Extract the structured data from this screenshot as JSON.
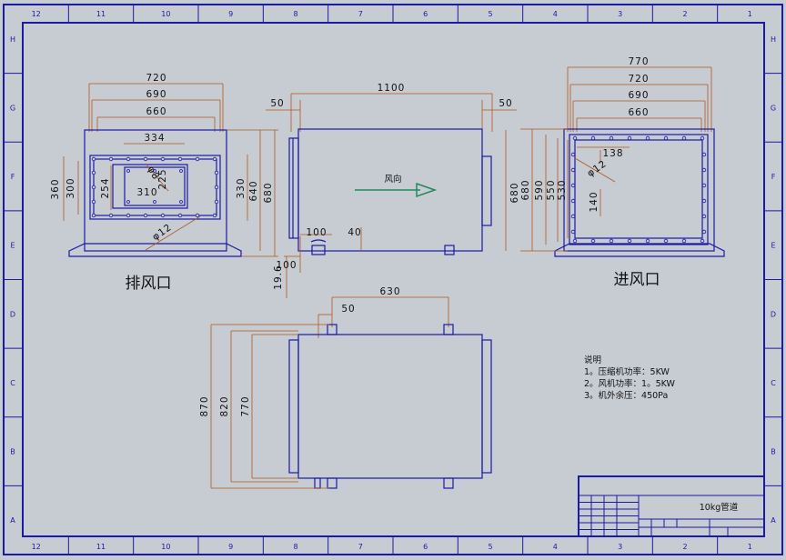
{
  "zones": {
    "cols": [
      "12",
      "11",
      "10",
      "9",
      "8",
      "7",
      "6",
      "5",
      "4",
      "3",
      "2",
      "1"
    ],
    "rows": [
      "H",
      "G",
      "F",
      "E",
      "D",
      "C",
      "B",
      "A"
    ]
  },
  "views": {
    "exhaust_label": "排风口",
    "intake_label": "进风口",
    "flow_label": "风向"
  },
  "dims": {
    "left": {
      "w720": "720",
      "w690": "690",
      "w660": "660",
      "w334": "334",
      "h360": "360",
      "h300": "300",
      "h254": "254",
      "d310": "310",
      "d225": "225",
      "phi8": "φ8",
      "phi12": "φ12",
      "h330": "330",
      "h640": "640",
      "h680": "680"
    },
    "center": {
      "len1100": "1100",
      "f50a": "50",
      "f50b": "50",
      "d100": "100",
      "d40": "40",
      "d100b": "100",
      "d19": "19.6",
      "h680": "680"
    },
    "right": {
      "w770": "770",
      "w720": "720",
      "w690": "690",
      "w660": "660",
      "d138": "138",
      "phi12": "φ12",
      "h140": "140",
      "h680": "680",
      "h590": "590",
      "h550": "550",
      "h530": "530"
    },
    "bottom": {
      "w630": "630",
      "w50": "50",
      "h870": "870",
      "h820": "820",
      "h770": "770"
    }
  },
  "notes": {
    "title": "说明",
    "line1": "1。压缩机功率：5KW",
    "line2": "2。风机功率：1。5KW",
    "line3": "3。机外余压：450Pa"
  },
  "title_block": {
    "product": "10kg管道"
  },
  "colors": {
    "frame": "#1a1aa6",
    "dimension": "#b05a1e",
    "arrow": "#1f8a5a",
    "paper": "#c7cbd2"
  }
}
